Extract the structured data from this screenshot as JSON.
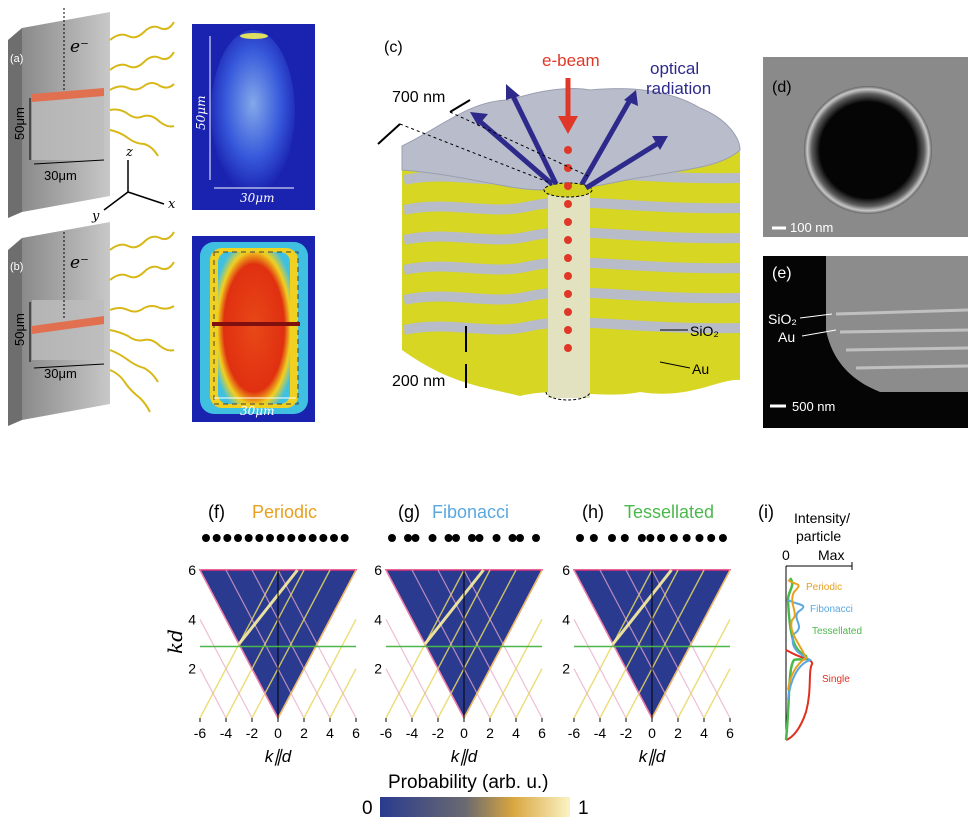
{
  "panels": {
    "a": {
      "tag": "(a)",
      "electron": "e⁻",
      "height_label": "50μm",
      "width_label": "30μm",
      "axis_z": "z",
      "axis_y": "y",
      "axis_x": "x",
      "map_height": "50μm",
      "map_width": "30μm"
    },
    "b": {
      "tag": "(b)",
      "electron": "e⁻",
      "height_label": "50μm",
      "width_label": "30μm",
      "map_width": "30μm"
    },
    "c": {
      "tag": "(c)",
      "ebeam": "e-beam",
      "optical_1": "optical",
      "optical_2": "radiation",
      "dim_top": "700 nm",
      "dim_bottom": "200 nm",
      "sio2": "SiO₂",
      "au": "Au"
    },
    "d": {
      "tag": "(d)",
      "scale": "100 nm"
    },
    "e": {
      "tag": "(e)",
      "sio2": "SiO₂",
      "au": "Au",
      "scale": "500 nm"
    },
    "f": {
      "tag": "(f)",
      "title": "Periodic"
    },
    "g": {
      "tag": "(g)",
      "title": "Fibonacci"
    },
    "h": {
      "tag": "(h)",
      "title": "Tessellated"
    },
    "i": {
      "tag": "(i)",
      "title_1": "Intensity/",
      "title_2": "particle",
      "min": "0",
      "max": "Max",
      "curves": [
        "Periodic",
        "Fibonacci",
        "Tessellated",
        "Single"
      ]
    }
  },
  "axes": {
    "ylabel": "kd",
    "xlabel": "k∥d",
    "xticks": [
      "-6",
      "-4",
      "-2",
      "0",
      "2",
      "4",
      "6"
    ],
    "yticks": [
      "6",
      "4",
      "2"
    ]
  },
  "colorbar": {
    "label": "Probability (arb. u.)",
    "min": "0",
    "max": "1"
  },
  "colors": {
    "periodic": "#e8a020",
    "fibonacci": "#5aa8e0",
    "tessellated": "#4cb84c",
    "single": "#e03020",
    "map_bg": "#2a3b8f",
    "gold": "#d8d818",
    "arrow": "#2e2a8c"
  },
  "chart_data": [
    {
      "type": "heatmap",
      "title": "Periodic",
      "xlabel": "k∥d",
      "ylabel": "kd",
      "xlim": [
        -6,
        6
      ],
      "ylim": [
        0,
        6
      ],
      "colorbar": [
        0,
        1
      ],
      "green_line_kd": 2.9
    },
    {
      "type": "heatmap",
      "title": "Fibonacci",
      "xlabel": "k∥d",
      "ylabel": "kd",
      "xlim": [
        -6,
        6
      ],
      "ylim": [
        0,
        6
      ],
      "colorbar": [
        0,
        1
      ],
      "green_line_kd": 2.9
    },
    {
      "type": "heatmap",
      "title": "Tessellated",
      "xlabel": "k∥d",
      "ylabel": "kd",
      "xlim": [
        -6,
        6
      ],
      "ylim": [
        0,
        6
      ],
      "colorbar": [
        0,
        1
      ],
      "green_line_kd": 2.9
    },
    {
      "type": "line",
      "title": "Intensity/particle",
      "series": [
        {
          "name": "Periodic"
        },
        {
          "name": "Fibonacci"
        },
        {
          "name": "Tessellated"
        },
        {
          "name": "Single"
        }
      ]
    }
  ]
}
